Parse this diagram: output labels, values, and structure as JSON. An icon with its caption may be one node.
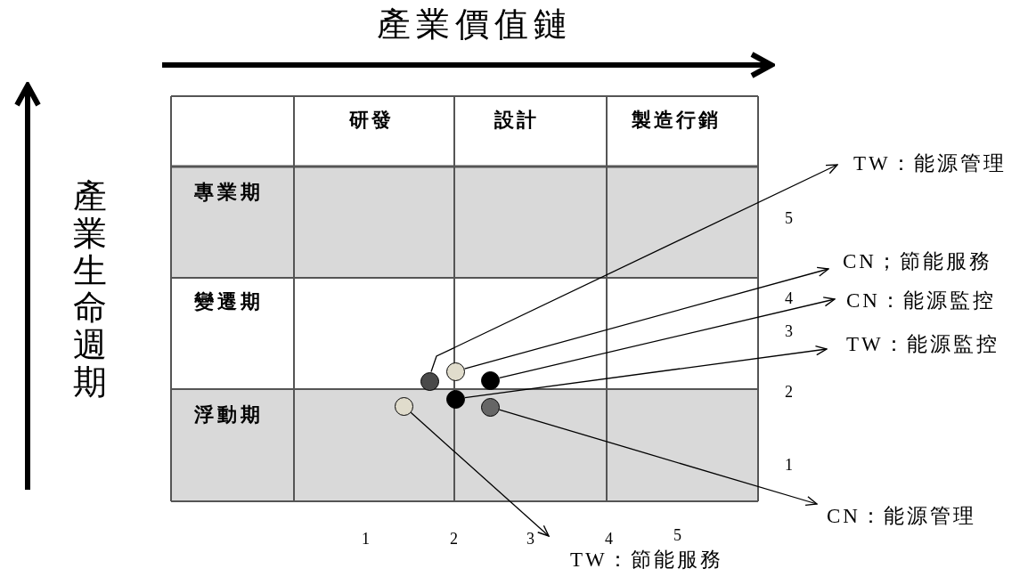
{
  "diagram": {
    "nodes": [
      {
        "text": [],
        "shape": "circle"
      },
      {
        "text": [],
        "shape": "circle"
      },
      {
        "text": [],
        "shape": "circle"
      },
      {
        "text": [],
        "shape": "circle"
      },
      {
        "text": [],
        "shape": "circle"
      },
      {
        "text": [],
        "shape": "circle"
      },
      {
        "text": [
          "TW：能源管理"
        ]
      },
      {
        "text": [
          "CN；節能服務"
        ]
      },
      {
        "text": [
          "CN：能源監控"
        ]
      },
      {
        "text": [
          "TW：能源監控"
        ]
      },
      {
        "text": [
          "CN：能源管理"
        ]
      },
      {
        "text": [
          "TW：節能服務"
        ]
      }
    ],
    "edges": [
      {
        "from": 1,
        "to": 6,
        "arrow": "to"
      },
      {
        "from": 0,
        "to": 7,
        "arrow": "to"
      },
      {
        "from": 2,
        "to": 8,
        "arrow": "to"
      },
      {
        "from": 3,
        "to": 9,
        "arrow": "to"
      },
      {
        "from": 5,
        "to": 10,
        "arrow": "to"
      },
      {
        "from": 4,
        "to": 11,
        "arrow": "to"
      }
    ],
    "labels": [
      "產業價值鏈",
      "產業生命週期",
      "研發",
      "設計",
      "製造行銷",
      "專業期",
      "變遷期",
      "浮動期",
      "5",
      "4",
      "3",
      "2",
      "1",
      "1",
      "2",
      "3",
      "4",
      "5"
    ]
  }
}
